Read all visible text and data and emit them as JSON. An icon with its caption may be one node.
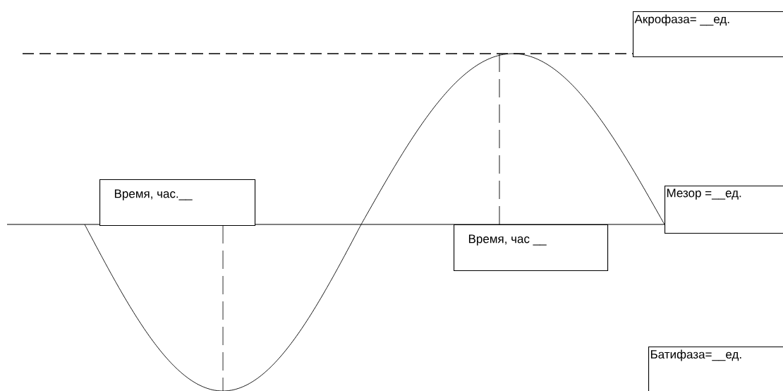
{
  "diagram": {
    "nodes": [
      {
        "text": [
          "Акрофаза= __ед."
        ]
      },
      {
        "text": [
          "Время, час.__"
        ]
      },
      {
        "text": [
          "Мезор =__ед."
        ]
      },
      {
        "text": [
          "Время, час __"
        ]
      },
      {
        "text": [
          "Батифаза=__ед."
        ]
      }
    ]
  }
}
